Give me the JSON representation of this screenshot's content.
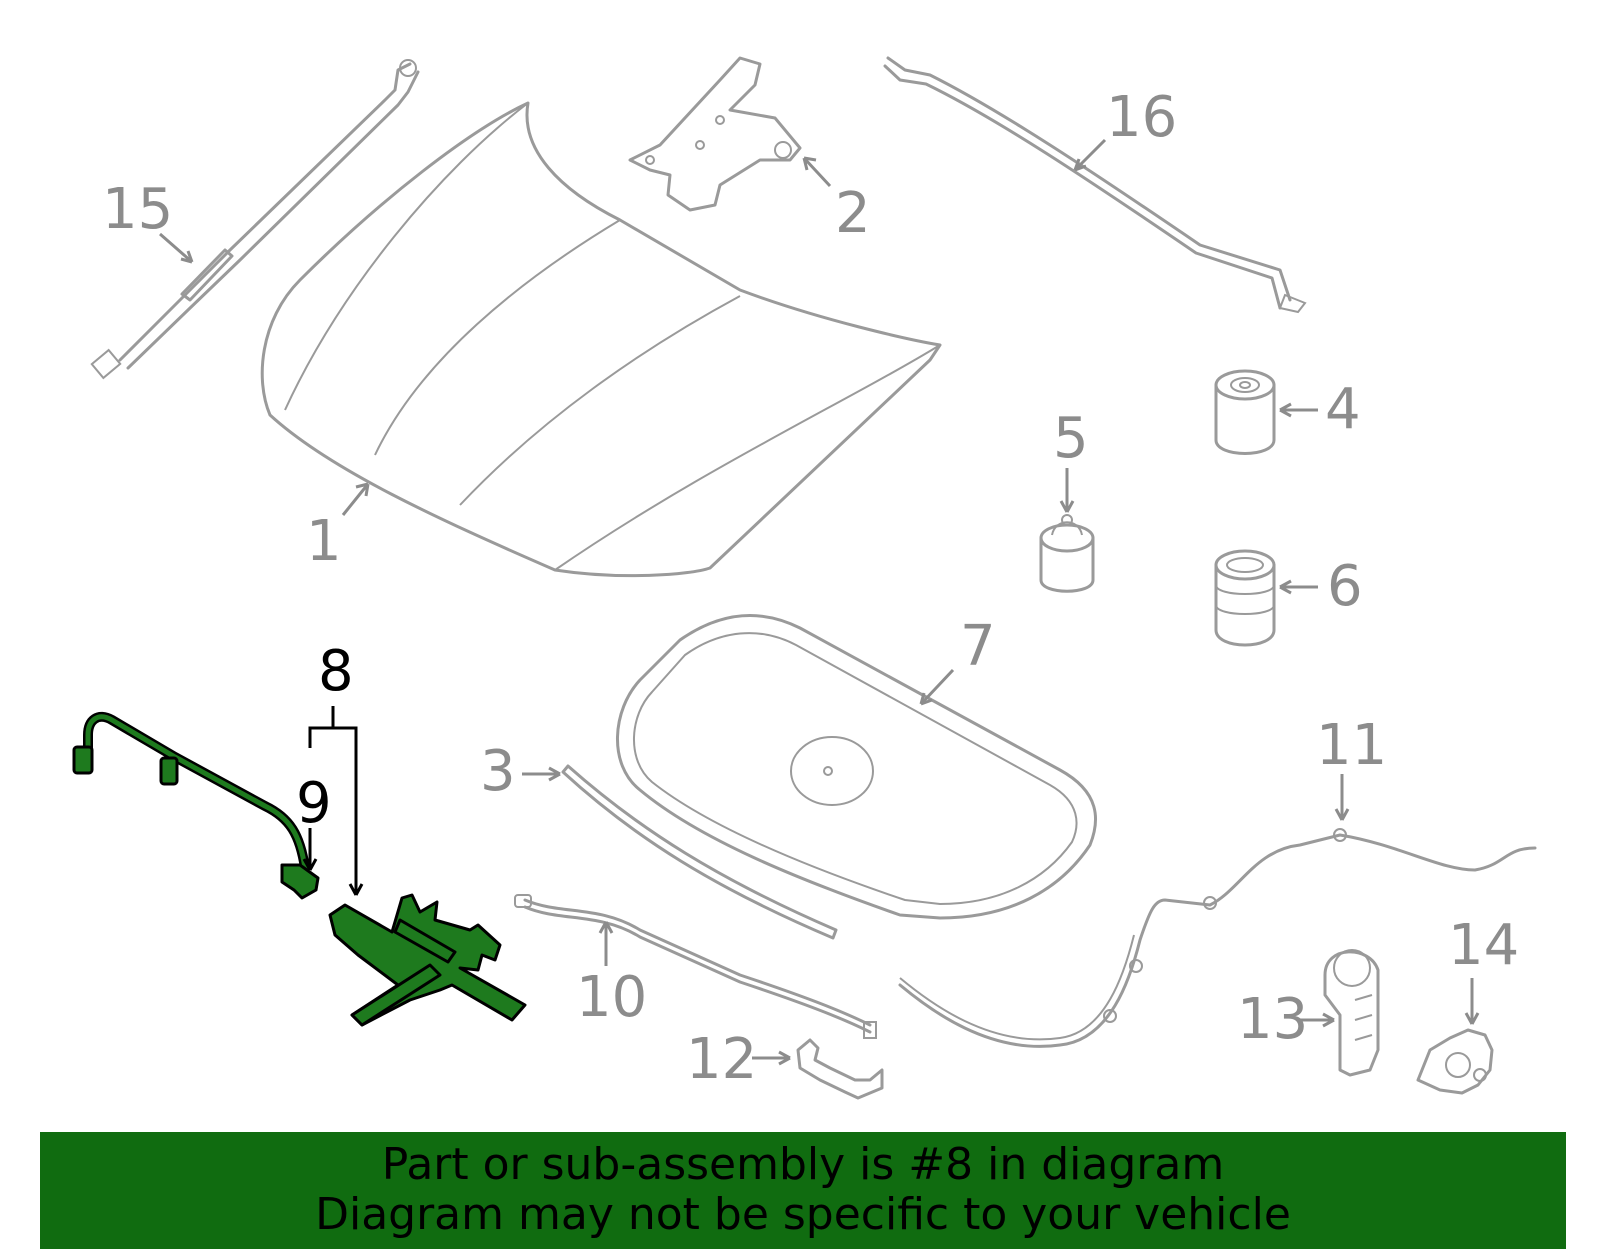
{
  "callouts": {
    "c1": "1",
    "c2": "2",
    "c3": "3",
    "c4": "4",
    "c5": "5",
    "c6": "6",
    "c7": "7",
    "c8": "8",
    "c9": "9",
    "c10": "10",
    "c11": "11",
    "c12": "12",
    "c13": "13",
    "c14": "14",
    "c15": "15",
    "c16": "16"
  },
  "highlighted_part": "8",
  "colors": {
    "part_outline": "#9a9a9a",
    "highlight_fill": "#1e7a1e",
    "banner_bg": "#106c10"
  },
  "banner": {
    "line1": "Part or sub-assembly is #8 in diagram",
    "line2": "Diagram may not be specific to your vehicle"
  }
}
